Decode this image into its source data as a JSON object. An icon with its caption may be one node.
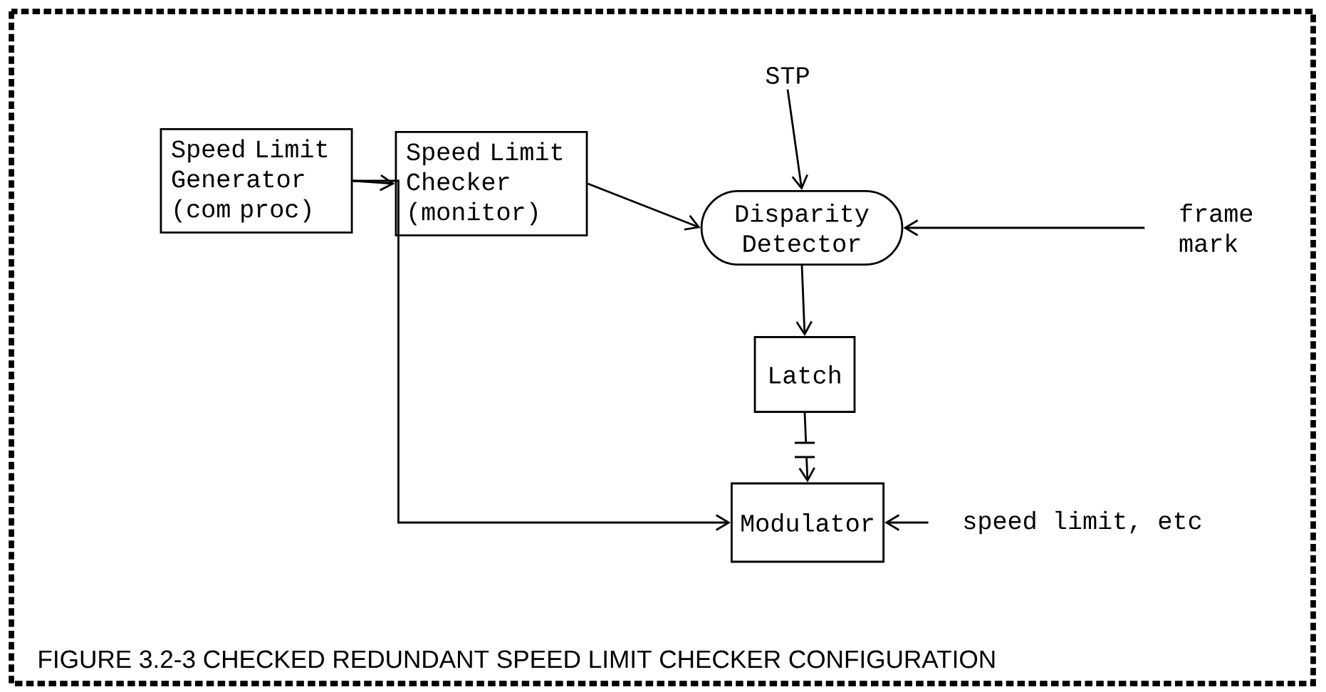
{
  "diagram": {
    "caption": "FIGURE 3.2-3 CHECKED REDUNDANT SPEED LIMIT CHECKER CONFIGURATION",
    "nodes": [
      {
        "text": [
          "Speed Limit Generator (com proc)"
        ]
      },
      {
        "text": [
          "Speed Limit Checker (monitor)"
        ]
      },
      {
        "text": [
          "Disparity Detector"
        ]
      },
      {
        "text": [
          "Latch"
        ]
      },
      {
        "text": [
          "Modulator"
        ]
      },
      {
        "text": [
          "STP"
        ]
      },
      {
        "text": [
          "frame mark"
        ]
      },
      {
        "text": [
          "speed limit, etc"
        ]
      }
    ],
    "edges": [
      {
        "from": 0,
        "to": 1,
        "arrow": "to"
      },
      {
        "from": 1,
        "to": 2,
        "arrow": "to"
      },
      {
        "from": 5,
        "to": 2,
        "arrow": "to"
      },
      {
        "from": 6,
        "to": 2,
        "arrow": "to"
      },
      {
        "from": 2,
        "to": 3,
        "arrow": "to"
      },
      {
        "from": 3,
        "to": 4,
        "arrow": "to"
      },
      {
        "from": 0,
        "to": 4,
        "arrow": "to"
      },
      {
        "from": 7,
        "to": 4,
        "arrow": "to"
      }
    ]
  }
}
